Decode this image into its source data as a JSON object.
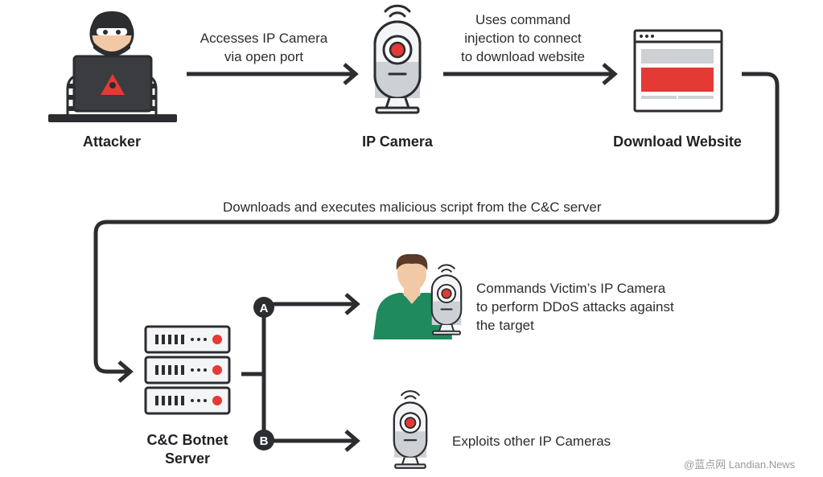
{
  "nodes": {
    "attacker": "Attacker",
    "ip_camera": "IP Camera",
    "download_website": "Download Website",
    "cnc_server": "C&C Botnet\nServer"
  },
  "steps": {
    "access": "Accesses IP Camera\nvia open port",
    "inject": "Uses command\ninjection to connect\nto download website",
    "download": "Downloads and executes malicious script from the C&C server",
    "branch_a": "Commands Victim’s IP Camera\nto perform DDoS attacks against\nthe target",
    "branch_b": "Exploits other IP Cameras"
  },
  "branch_letters": {
    "a": "A",
    "b": "B"
  },
  "watermark": "@蓝点网 Landian.News",
  "colors": {
    "line": "#2b2d30",
    "red": "#e53935",
    "camera_white": "#f4f5f6",
    "camera_grey": "#cdd0d4",
    "skin": "#f2c9a6",
    "shirt": "#1f8a5e",
    "hair": "#5a3a28"
  }
}
